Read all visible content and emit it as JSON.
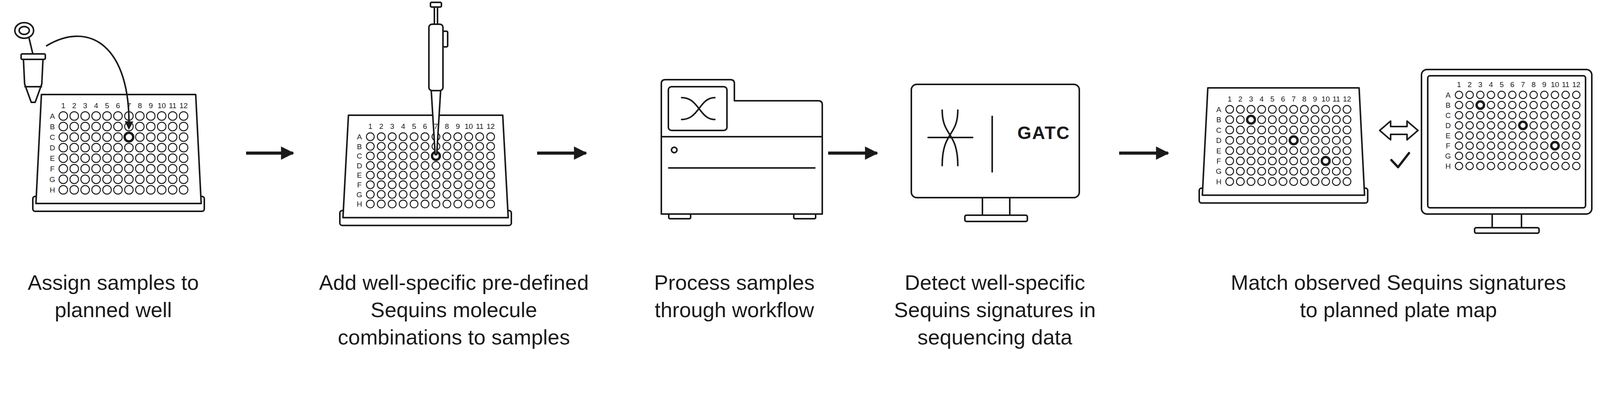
{
  "diagram": {
    "nodes": [
      {
        "text": [
          "Assign samples to planned well"
        ]
      },
      {
        "text": [
          "Add well-specific pre-defined Sequins molecule combinations to samples"
        ]
      },
      {
        "text": [
          "Process samples through workflow"
        ]
      },
      {
        "text": [
          "Detect well-specific Sequins signatures in sequencing data"
        ]
      },
      {
        "text": [
          "Match observed Sequins signatures to planned plate map"
        ]
      }
    ],
    "edges": [
      {
        "from": 0,
        "to": 1,
        "arrow": "to"
      },
      {
        "from": 1,
        "to": 2,
        "arrow": "to"
      },
      {
        "from": 2,
        "to": 3,
        "arrow": "to"
      },
      {
        "from": 3,
        "to": 4,
        "arrow": "to"
      }
    ],
    "labels": [
      "1",
      "2",
      "3",
      "4",
      "5",
      "6",
      "7",
      "8",
      "9",
      "10",
      "11",
      "12",
      "A",
      "B",
      "C",
      "D",
      "E",
      "F",
      "G",
      "H",
      "1",
      "2",
      "3",
      "4",
      "5",
      "6",
      "7",
      "8",
      "9",
      "10",
      "11",
      "12",
      "A",
      "B",
      "C",
      "D",
      "E",
      "F",
      "G",
      "H",
      "1",
      "2",
      "3",
      "4",
      "5",
      "6",
      "7",
      "8",
      "9",
      "10",
      "11",
      "12",
      "A",
      "B",
      "C",
      "D",
      "E",
      "F",
      "G",
      "H",
      "1",
      "2",
      "3",
      "4",
      "5",
      "6",
      "7",
      "8",
      "9",
      "10",
      "11",
      "12",
      "A",
      "B",
      "C",
      "D",
      "E",
      "F",
      "G",
      "H",
      "GATC"
    ]
  }
}
